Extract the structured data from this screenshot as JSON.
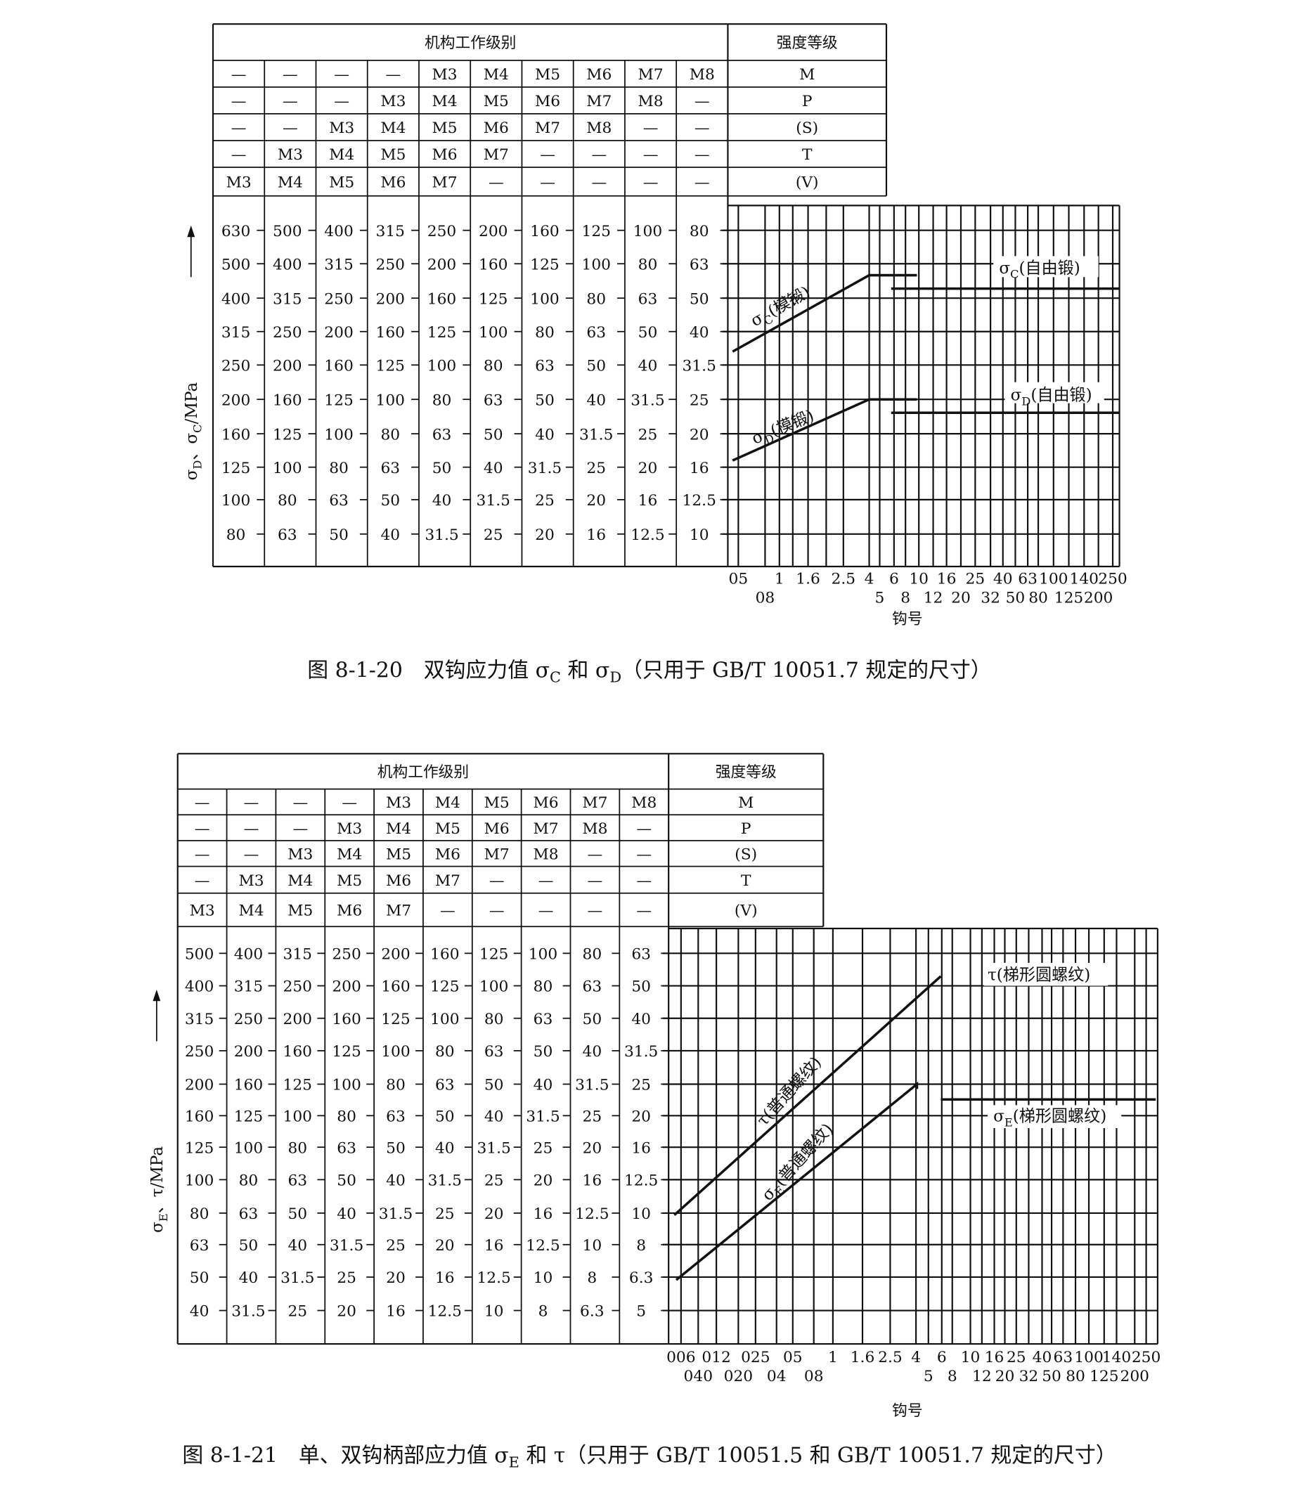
{
  "figures": [
    {
      "table": {
        "header_left": "机构工作级别",
        "header_right": "强度等级",
        "grade_rows": [
          {
            "cells": [
              "—",
              "—",
              "—",
              "—",
              "M3",
              "M4",
              "M5",
              "M6",
              "M7",
              "M8"
            ],
            "strength": "M"
          },
          {
            "cells": [
              "—",
              "—",
              "—",
              "M3",
              "M4",
              "M5",
              "M6",
              "M7",
              "M8",
              "—"
            ],
            "strength": "P"
          },
          {
            "cells": [
              "—",
              "—",
              "M3",
              "M4",
              "M5",
              "M6",
              "M7",
              "M8",
              "—",
              "—"
            ],
            "strength": "(S)"
          },
          {
            "cells": [
              "—",
              "M3",
              "M4",
              "M5",
              "M6",
              "M7",
              "—",
              "—",
              "—",
              "—"
            ],
            "strength": "T"
          },
          {
            "cells": [
              "M3",
              "M4",
              "M5",
              "M6",
              "M7",
              "—",
              "—",
              "—",
              "—",
              "—"
            ],
            "strength": "(V)"
          }
        ],
        "value_columns": [
          [
            "630",
            "500",
            "400",
            "315",
            "250",
            "200",
            "160",
            "125",
            "100",
            "80"
          ],
          [
            "500",
            "400",
            "315",
            "250",
            "200",
            "160",
            "125",
            "100",
            "80",
            "63"
          ],
          [
            "400",
            "315",
            "250",
            "200",
            "160",
            "125",
            "100",
            "80",
            "63",
            "50"
          ],
          [
            "315",
            "250",
            "200",
            "160",
            "125",
            "100",
            "80",
            "63",
            "50",
            "40"
          ],
          [
            "250",
            "200",
            "160",
            "125",
            "100",
            "80",
            "63",
            "50",
            "40",
            "31.5"
          ],
          [
            "200",
            "160",
            "125",
            "100",
            "80",
            "63",
            "50",
            "40",
            "31.5",
            "25"
          ],
          [
            "160",
            "125",
            "100",
            "80",
            "63",
            "50",
            "40",
            "31.5",
            "25",
            "20"
          ],
          [
            "125",
            "100",
            "80",
            "63",
            "50",
            "40",
            "31.5",
            "25",
            "20",
            "16"
          ],
          [
            "100",
            "80",
            "63",
            "50",
            "40",
            "31.5",
            "25",
            "20",
            "16",
            "12.5"
          ],
          [
            "80",
            "63",
            "50",
            "40",
            "31.5",
            "25",
            "20",
            "16",
            "12.5",
            "10"
          ]
        ]
      },
      "y_axis_label": [
        {
          "t": "σ"
        },
        {
          "t": "D",
          "sub": true
        },
        {
          "t": "、σ"
        },
        {
          "t": "C",
          "sub": true
        },
        {
          "t": "/MPa"
        }
      ],
      "x_axis_label": "钩号",
      "x_ticks_row1": [
        "05",
        "1",
        "1.6",
        "2.5",
        "4",
        "6",
        "10",
        "16",
        "25",
        "40",
        "63",
        "100",
        "140",
        "250"
      ],
      "x_ticks_row2": [
        "08",
        "5",
        "8",
        "12",
        "20",
        "32",
        "50",
        "80",
        "125",
        "200"
      ],
      "curve_labels": [
        [
          {
            "t": "σ"
          },
          {
            "t": "C",
            "sub": true
          },
          {
            "t": "(模锻)"
          }
        ],
        [
          {
            "t": "σ"
          },
          {
            "t": "D",
            "sub": true
          },
          {
            "t": "(模锻)"
          }
        ],
        [
          {
            "t": "σ"
          },
          {
            "t": "C",
            "sub": true
          },
          {
            "t": "(自由锻)"
          }
        ],
        [
          {
            "t": "σ"
          },
          {
            "t": "D",
            "sub": true
          },
          {
            "t": "(自由锻)"
          }
        ]
      ],
      "caption": [
        {
          "t": "图 8-1-20　双钩应力值 "
        },
        {
          "t": "σ"
        },
        {
          "t": "C",
          "sub": true
        },
        {
          "t": " 和 "
        },
        {
          "t": "σ"
        },
        {
          "t": "D",
          "sub": true
        },
        {
          "t": "（只用于 GB/T 10051.7 规定的尺寸）"
        }
      ]
    },
    {
      "table": {
        "header_left": "机构工作级别",
        "header_right": "强度等级",
        "grade_rows": [
          {
            "cells": [
              "—",
              "—",
              "—",
              "—",
              "M3",
              "M4",
              "M5",
              "M6",
              "M7",
              "M8"
            ],
            "strength": "M"
          },
          {
            "cells": [
              "—",
              "—",
              "—",
              "M3",
              "M4",
              "M5",
              "M6",
              "M7",
              "M8",
              "—"
            ],
            "strength": "P"
          },
          {
            "cells": [
              "—",
              "—",
              "M3",
              "M4",
              "M5",
              "M6",
              "M7",
              "M8",
              "—",
              "—"
            ],
            "strength": "(S)"
          },
          {
            "cells": [
              "—",
              "M3",
              "M4",
              "M5",
              "M6",
              "M7",
              "—",
              "—",
              "—",
              "—"
            ],
            "strength": "T"
          },
          {
            "cells": [
              "M3",
              "M4",
              "M5",
              "M6",
              "M7",
              "—",
              "—",
              "—",
              "—",
              "—"
            ],
            "strength": "(V)"
          }
        ],
        "value_columns": [
          [
            "500",
            "400",
            "315",
            "250",
            "200",
            "160",
            "125",
            "100",
            "80",
            "63",
            "50",
            "40"
          ],
          [
            "400",
            "315",
            "250",
            "200",
            "160",
            "125",
            "100",
            "80",
            "63",
            "50",
            "40",
            "31.5"
          ],
          [
            "315",
            "250",
            "200",
            "160",
            "125",
            "100",
            "80",
            "63",
            "50",
            "40",
            "31.5",
            "25"
          ],
          [
            "250",
            "200",
            "160",
            "125",
            "100",
            "80",
            "63",
            "50",
            "40",
            "31.5",
            "25",
            "20"
          ],
          [
            "200",
            "160",
            "125",
            "100",
            "80",
            "63",
            "50",
            "40",
            "31.5",
            "25",
            "20",
            "16"
          ],
          [
            "160",
            "125",
            "100",
            "80",
            "63",
            "50",
            "40",
            "31.5",
            "25",
            "20",
            "16",
            "12.5"
          ],
          [
            "125",
            "100",
            "80",
            "63",
            "50",
            "40",
            "31.5",
            "25",
            "20",
            "16",
            "12.5",
            "10"
          ],
          [
            "100",
            "80",
            "63",
            "50",
            "40",
            "31.5",
            "25",
            "20",
            "16",
            "12.5",
            "10",
            "8"
          ],
          [
            "80",
            "63",
            "50",
            "40",
            "31.5",
            "25",
            "20",
            "16",
            "12.5",
            "10",
            "8",
            "6.3"
          ],
          [
            "63",
            "50",
            "40",
            "31.5",
            "25",
            "20",
            "16",
            "12.5",
            "10",
            "8",
            "6.3",
            "5"
          ]
        ]
      },
      "y_axis_label": [
        {
          "t": "σ"
        },
        {
          "t": "E",
          "sub": true
        },
        {
          "t": "、τ/MPa"
        }
      ],
      "x_axis_label": "钩号",
      "x_ticks_row1": [
        "006",
        "012",
        "025",
        "05",
        "1",
        "1.6",
        "2.5",
        "4",
        "6",
        "10",
        "16",
        "25",
        "40",
        "63",
        "100",
        "140",
        "250"
      ],
      "x_ticks_row2": [
        "040",
        "020",
        "04",
        "08",
        "5",
        "8",
        "12",
        "20",
        "32",
        "50",
        "80",
        "125",
        "200"
      ],
      "curve_labels": [
        [
          {
            "t": "τ"
          },
          {
            "t": "(普通螺纹)"
          }
        ],
        [
          {
            "t": "σ"
          },
          {
            "t": "E",
            "sub": true
          },
          {
            "t": "(普通螺纹)"
          }
        ],
        [
          {
            "t": "τ"
          },
          {
            "t": "(梯形圆螺纹)"
          }
        ],
        [
          {
            "t": "σ"
          },
          {
            "t": "E",
            "sub": true
          },
          {
            "t": "(梯形圆螺纹)"
          }
        ]
      ],
      "caption": [
        {
          "t": "图 8-1-21　单、双钩柄部应力值 "
        },
        {
          "t": "σ"
        },
        {
          "t": "E",
          "sub": true
        },
        {
          "t": " 和 "
        },
        {
          "t": "τ"
        },
        {
          "t": "（只用于 GB/T 10051.5 和 GB/T 10051.7 规定的尺寸）"
        }
      ]
    }
  ]
}
